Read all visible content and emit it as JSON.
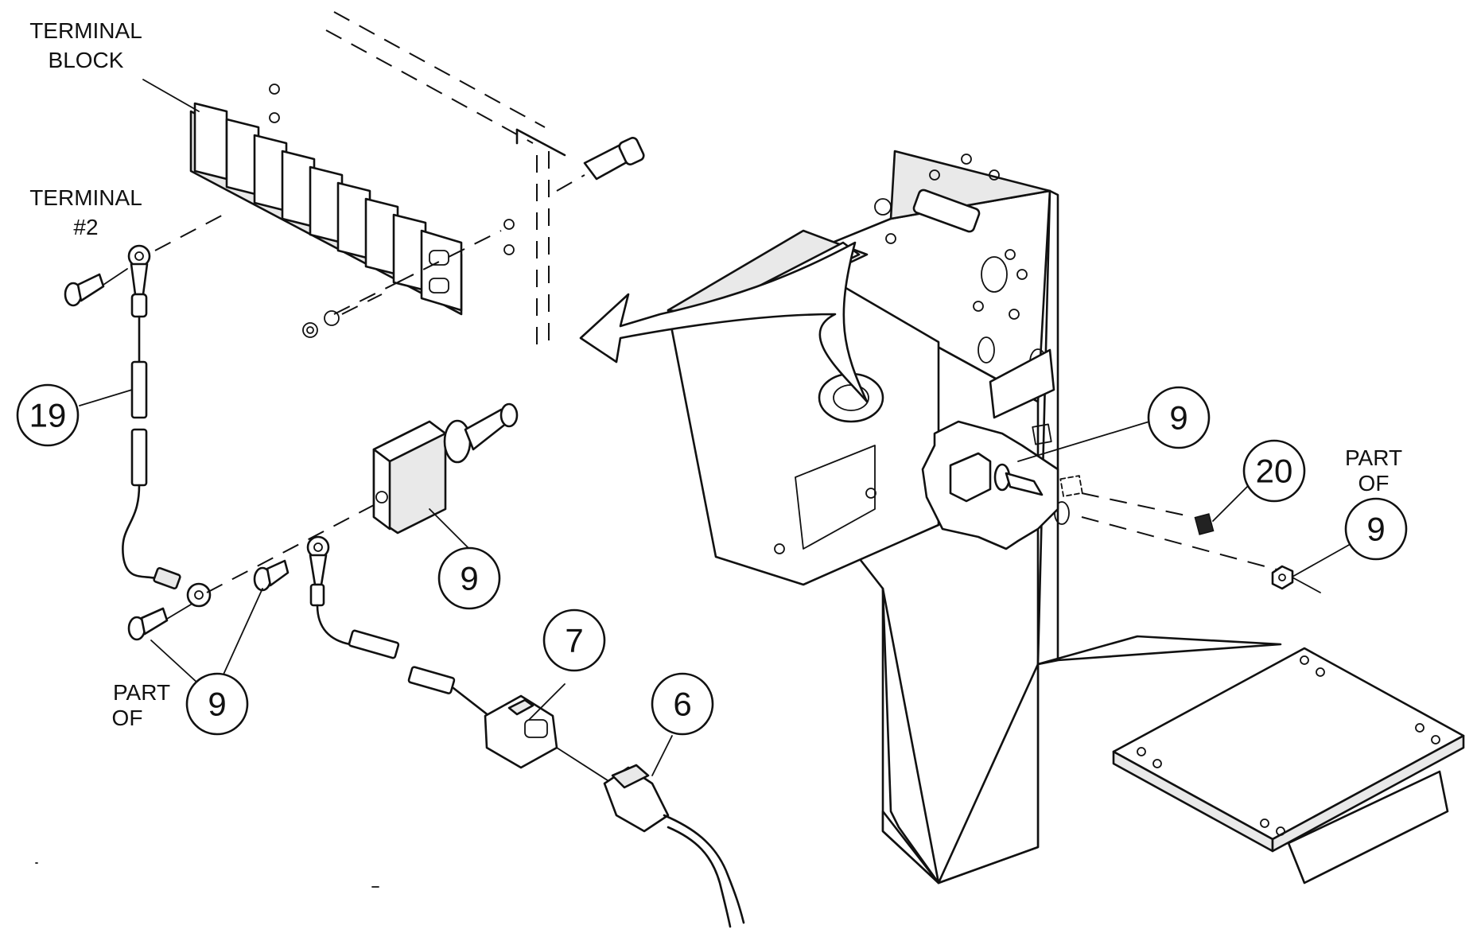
{
  "labels": {
    "terminal_block_1": "TERMINAL",
    "terminal_block_2": "BLOCK",
    "terminal_2_1": "TERMINAL",
    "terminal_2_2": "#2",
    "part_of_left_1": "PART",
    "part_of_left_2": "OF",
    "part_of_right_1": "PART",
    "part_of_right_2": "OF"
  },
  "callouts": {
    "c19": "19",
    "c9_switch": "9",
    "c9_screws": "9",
    "c9_panel": "9",
    "c9_nut": "9",
    "c20": "20",
    "c7": "7",
    "c6": "6"
  }
}
